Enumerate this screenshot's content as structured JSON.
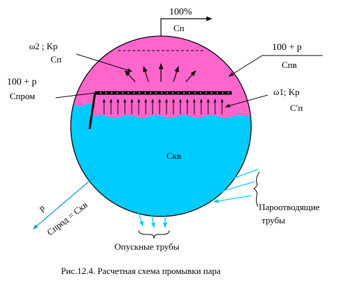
{
  "labels": {
    "top_outlet_percent": "100%",
    "top_outlet_conc": "Cп",
    "left_upper_flow": "ω2 ; Kр",
    "left_upper_conc": "Cп",
    "left_wash_flow": "100 + p",
    "left_wash_conc": "Cпром",
    "right_feed_flow": "100 + p",
    "right_feed_conc": "Cпв",
    "right_lower_flow": "ω1; Kр",
    "right_lower_conc": "C′п",
    "water_conc": "Cкв",
    "blowdown_flow": "p",
    "blowdown_conc": "Cпрод = Cкв",
    "risers": "Пароотводящие",
    "risers_line2": "трубы",
    "downcomers": "Опускные трубы",
    "caption": "Рис.12.4. Расчетная схема промывки пара"
  },
  "colors": {
    "steam_zone": "#ff66cc",
    "water_zone": "#00ccff",
    "arrow_blue": "#0099dd",
    "arrow_cyan": "#00ccff",
    "outline": "#000000",
    "background": "#ffffff"
  }
}
